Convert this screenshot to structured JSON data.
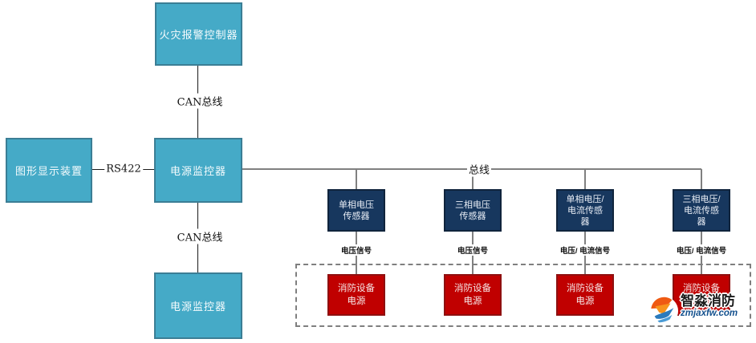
{
  "nodes": {
    "fire_alarm_controller": {
      "label": "火灾报警控制器"
    },
    "graphic_display": {
      "label": "图形显示装置"
    },
    "power_monitor_mid": {
      "label": "电源监控器"
    },
    "power_monitor_bottom": {
      "label": "电源监控器"
    }
  },
  "links": {
    "can_bus_top": "CAN总线",
    "rs422": "RS422",
    "bus": "总线",
    "can_bus_bottom": "CAN总线"
  },
  "sensors": [
    {
      "label": "单相电压\n传感器",
      "signal": "电压信号",
      "device": "消防设备\n电源"
    },
    {
      "label": "三相电压\n传感器",
      "signal": "电压信号",
      "device": "消防设备\n电源"
    },
    {
      "label": "单相电压/\n电流传感\n器",
      "signal": "电压/ 电流信号",
      "device": "消防设备\n电源"
    },
    {
      "label": "三相电压/\n电流传感\n器",
      "signal": "电压/ 电流信号",
      "device": "消防设备\n电源"
    }
  ],
  "watermark": {
    "brand": "智淼消防",
    "domain": "zmjaxfw.com"
  },
  "colors": {
    "teal_fill": "#45aac7",
    "teal_border": "#3b7e95",
    "navy_fill": "#17375e",
    "navy_border": "#10243c",
    "red_fill": "#c00000",
    "red_border": "#8f1010",
    "line_black": "#1a1a1a",
    "line_gray": "#808080",
    "dashed_border": "#7f7f7f"
  }
}
